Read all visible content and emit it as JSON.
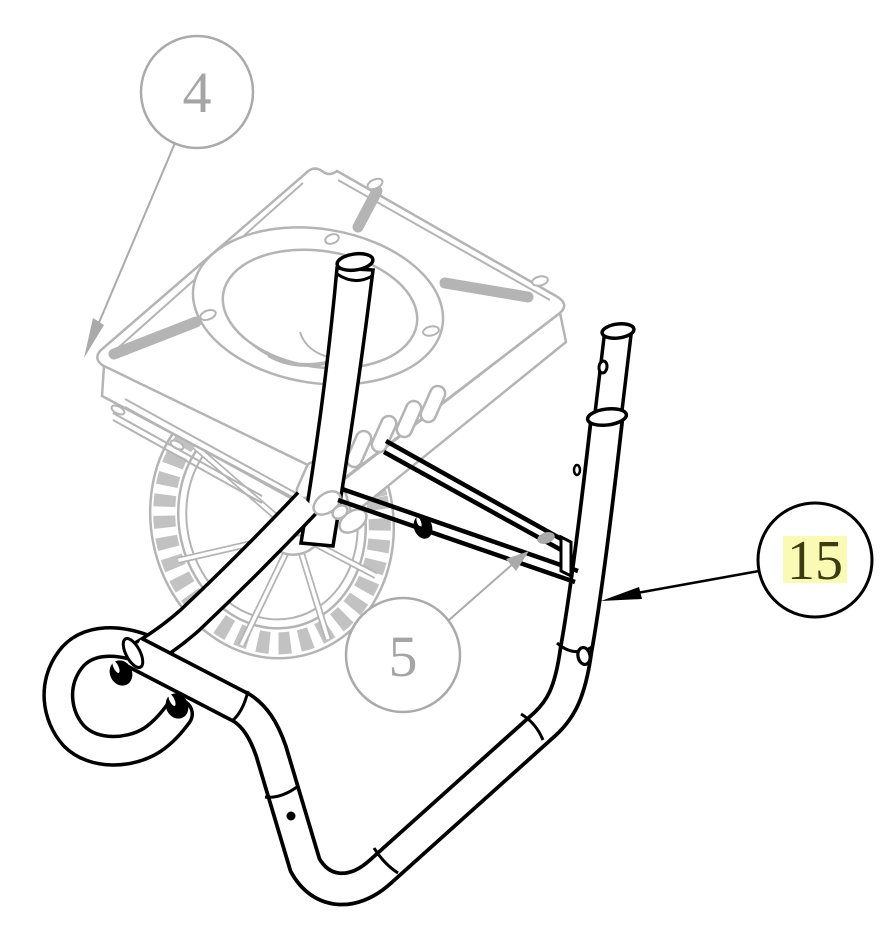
{
  "figure": {
    "type": "parts-diagram",
    "balloons": [
      {
        "id": "balloon-4",
        "label": "4",
        "highlighted": false
      },
      {
        "id": "balloon-5",
        "label": "5",
        "highlighted": false
      },
      {
        "id": "balloon-15",
        "label": "15",
        "highlighted": true
      }
    ],
    "colors": {
      "background": "#ffffff",
      "ghost_gray_line": "#b4b4b4",
      "balloon_gray": "#aaaaaa",
      "balloon_gray_text": "#a5a5a5",
      "black_line": "#000000",
      "highlight_yellow": "#fafab4",
      "highlight_text": "#3c3c12"
    }
  }
}
